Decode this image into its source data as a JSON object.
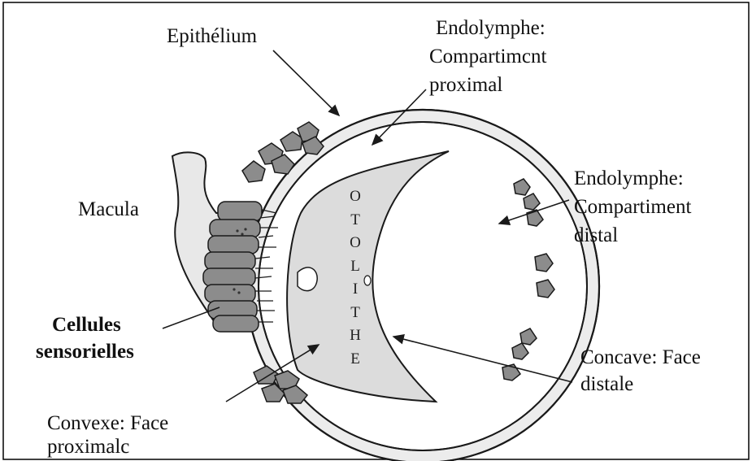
{
  "labels": {
    "epithelium": "Epithélium",
    "endolymphe_proximal_1": "Endolymphe:",
    "endolymphe_proximal_2": "Compartimcnt",
    "endolymphe_proximal_3": "proximal",
    "endolymphe_distal_1": "Endolymphe:",
    "endolymphe_distal_2": "Compartiment",
    "endolymphe_distal_3": "distal",
    "macula": "Macula",
    "cellules_1": "Cellules",
    "cellules_2": "sensorielles",
    "concave_1": "Concave: Face",
    "concave_2": "distale",
    "convexe_1": "Convexe: Face",
    "convexe_2": "proximalc"
  },
  "otolithe_letters": [
    "O",
    "T",
    "O",
    "L",
    "I",
    "T",
    "H",
    "E"
  ],
  "colors": {
    "frame": "#000000",
    "ring_fill": "#e6e6e6",
    "otolith_fill": "#d9d9d9",
    "cell_fill": "#8a8a8a",
    "outline": "#1a1a1a"
  }
}
